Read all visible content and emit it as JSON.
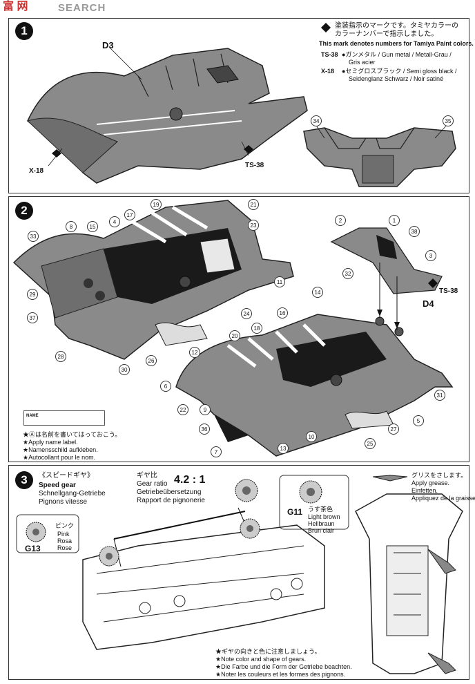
{
  "watermark": {
    "logo": "富 网",
    "text": "SEARCH"
  },
  "step1": {
    "number": "1",
    "part_label": "D3",
    "paint_a": "X-18",
    "paint_b": "TS-38",
    "note_jp": "塗装指示のマークです。タミヤカラーの",
    "note_jp2": "カラーナンバーで指示しました。",
    "note_en": "This mark denotes numbers for Tamiya Paint colors.",
    "ts38_code": "TS-38",
    "ts38_desc": "●ガンメタル / Gun metal / Metall-Grau /",
    "ts38_desc2": "Gris acier",
    "x18_code": "X-18",
    "x18_desc": "●セミグロスブラック / Semi gloss black /",
    "x18_desc2": "Seidenglanz Schwarz / Noir satiné",
    "callouts": [
      "34",
      "35"
    ]
  },
  "step2": {
    "number": "2",
    "part_label": "D4",
    "paint": "TS-38",
    "callouts_left": [
      "19",
      "21",
      "17",
      "23",
      "8",
      "15",
      "4",
      "33",
      "11",
      "29",
      "37",
      "24",
      "28",
      "26",
      "30"
    ],
    "callouts_right": [
      "2",
      "1",
      "38",
      "3",
      "32",
      "14",
      "16",
      "18",
      "20",
      "12",
      "6",
      "22",
      "9",
      "36",
      "7",
      "10",
      "13",
      "25",
      "27",
      "5",
      "31"
    ],
    "name_box_label": "NAME",
    "name_jp": "★Ⓐは名前を書いてはっておこう。",
    "name_en": "★Apply name label.",
    "name_de": "★Namensschild aufkleben.",
    "name_fr": "★Autocollant pour le nom."
  },
  "step3": {
    "number": "3",
    "title_jp": "《スピードギヤ》",
    "title_en": "Speed gear",
    "title_de": "Schnellgang-Getriebe",
    "title_fr": "Pignons vitesse",
    "ratio_jp": "ギヤ比",
    "ratio_en": "Gear ratio",
    "ratio_de": "Getriebeübersetzung",
    "ratio_fr": "Rapport de pignonerie",
    "ratio_value": "4.2 : 1",
    "g11_label": "G11",
    "g11_jp": "うす茶色",
    "g11_en": "Light brown",
    "g11_de": "Hellbraun",
    "g11_fr": "Brun clair",
    "g13_label": "G13",
    "g13_jp": "ピンク",
    "g13_en": "Pink",
    "g13_de": "Rosa",
    "g13_fr": "Rose",
    "grease_jp": "グリスをさします。",
    "grease_en": "Apply grease.",
    "grease_de": "Einfetten.",
    "grease_fr": "Appliquez de la graisse.",
    "note_jp": "★ギヤの向きと色に注意しましょう。",
    "note_en": "★Note color and shape of gears.",
    "note_de": "★Die Farbe und die Form der Getriebe beachten.",
    "note_fr": "★Noter les couleurs et les formes des pignons."
  },
  "colors": {
    "ink": "#111111",
    "panel_border": "#333333",
    "body_gray": "#8a8a8a",
    "dark": "#1a1a1a"
  }
}
